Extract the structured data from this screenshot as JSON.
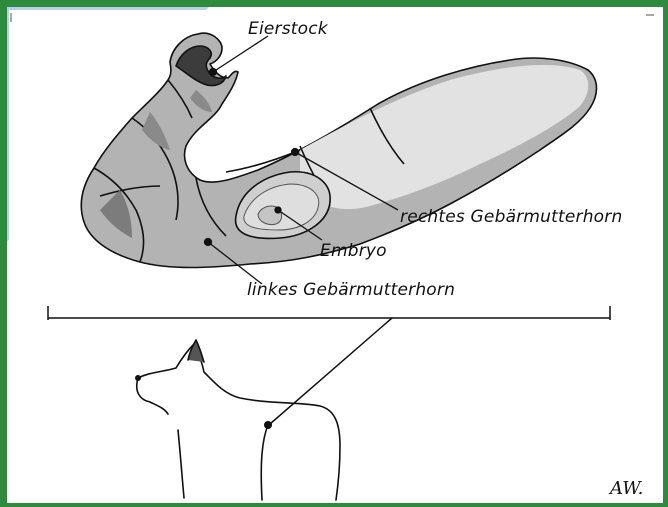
{
  "colors": {
    "frame_green": "#2e8a3c",
    "backdrop_blue": "#b7d1ec",
    "paper": "#ffffff",
    "uterus_light": "#d6d6d6",
    "uterus_mid": "#b3b3b3",
    "uterus_dark": "#7c7c7c",
    "ink": "#111111"
  },
  "labels": {
    "ovary": "Eierstock",
    "right_horn": "rechtes Gebärmutterhorn",
    "embryo": "Embryo",
    "left_horn": "linkes Gebärmutterhorn"
  },
  "signature": "AW.",
  "icons": {
    "dog": "dog-outline-icon"
  }
}
